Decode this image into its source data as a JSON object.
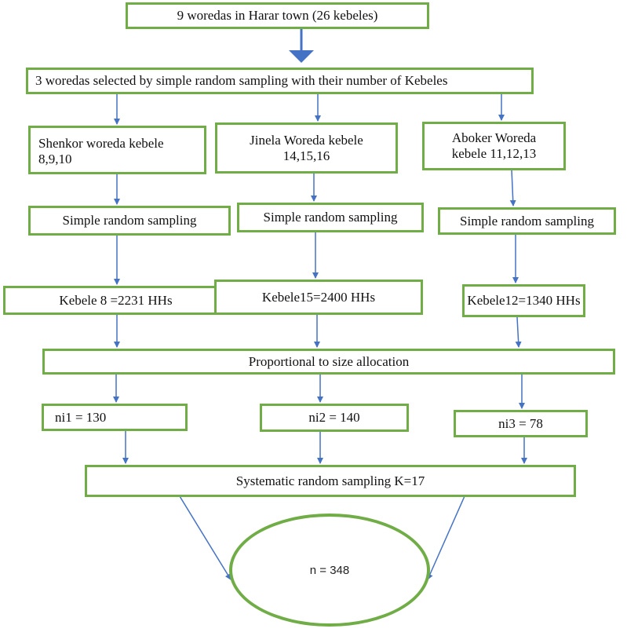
{
  "top": {
    "label": "9 woredas in Harar town (26 kebeles)"
  },
  "selection": {
    "label": "3 woredas selected by simple random sampling with their number of Kebeles"
  },
  "woredas": [
    {
      "name_line1": "Shenkor woreda kebele",
      "name_line2": "8,9,10",
      "sampling": "Simple random sampling",
      "kebele": "Kebele 8 =2231 HHs",
      "sample": "ni1 = 130"
    },
    {
      "name_line1": "Jinela Woreda kebele",
      "name_line2": "14,15,16",
      "sampling": "Simple random sampling",
      "kebele": "Kebele15=2400 HHs",
      "sample": "ni2 = 140"
    },
    {
      "name_line1": "Aboker Woreda",
      "name_line2": "kebele 11,12,13",
      "sampling": "Simple random sampling",
      "kebele": "Kebele12=1340 HHs",
      "sample": "ni3 = 78"
    }
  ],
  "allocation": {
    "label": "Proportional to size allocation"
  },
  "systematic": {
    "label": "Systematic random sampling K=17"
  },
  "total": {
    "label": "n = 348"
  },
  "colors": {
    "box_border": "#70ad47",
    "arrow": "#4472c4"
  }
}
